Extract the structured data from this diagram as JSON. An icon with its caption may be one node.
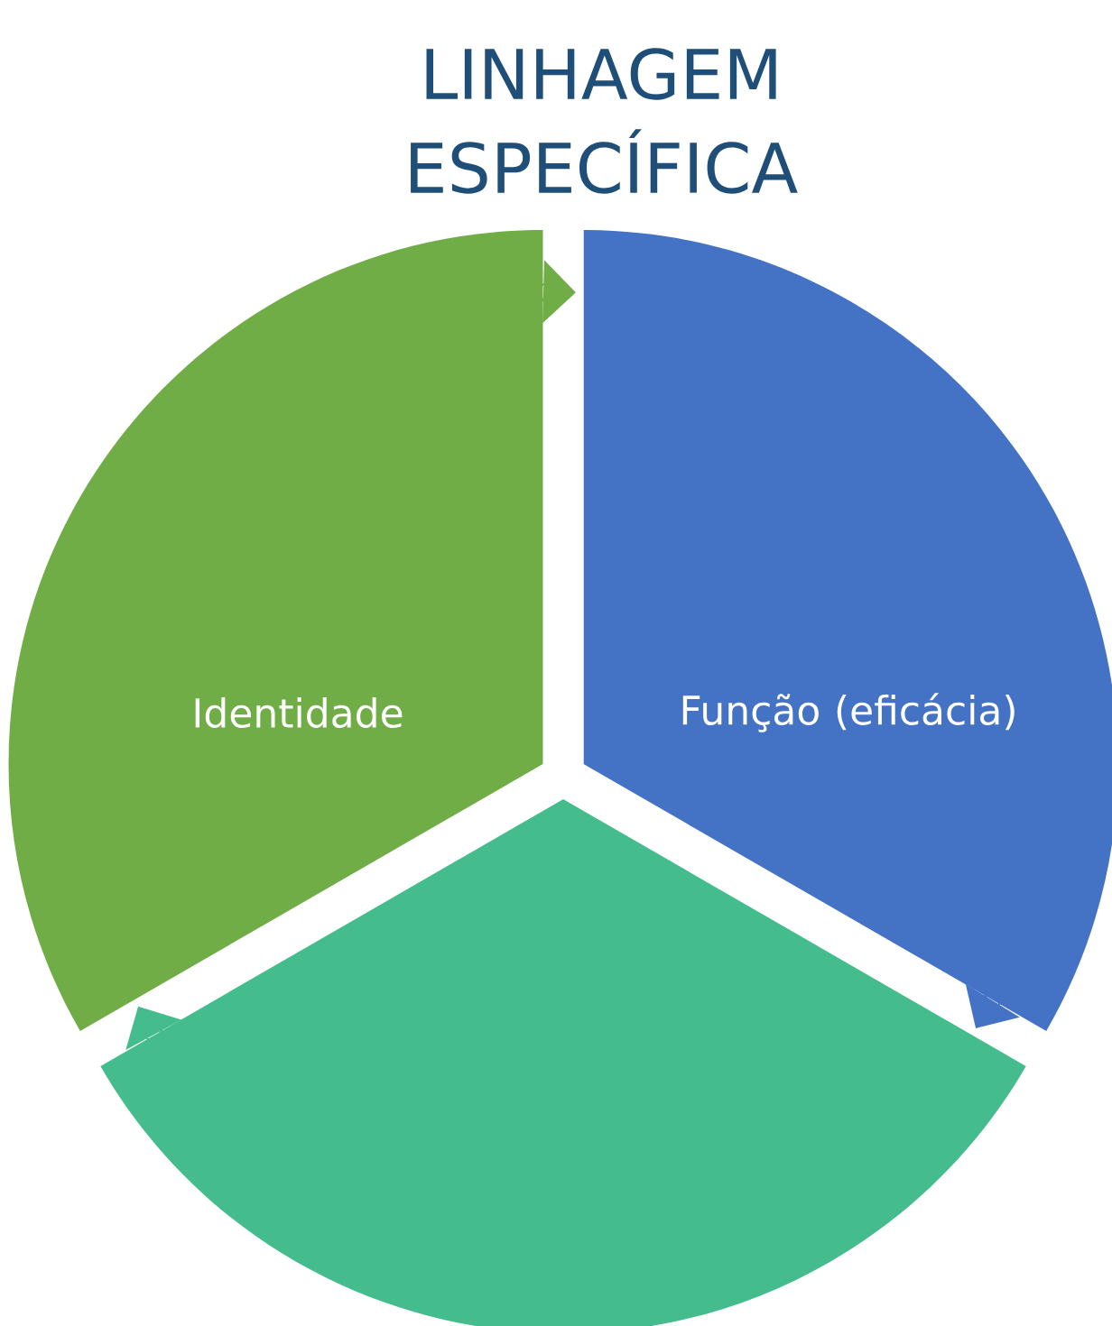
{
  "diagram": {
    "title": "LINHAGEM ESPECÍFICA",
    "nodes": [
      {
        "text": [
          "Identidade"
        ]
      },
      {
        "text": [
          "Função (eficácia)"
        ]
      },
      {
        "text": [],
        "shape": "arrow"
      }
    ],
    "edges": [
      {
        "from": 0,
        "to": 1,
        "arrow": "to",
        "color": "#70ad47"
      },
      {
        "from": 1,
        "to": 2,
        "arrow": "to",
        "color": "#4472c4"
      },
      {
        "from": 2,
        "to": 0,
        "arrow": "to",
        "color": "#44bc8e"
      }
    ]
  }
}
